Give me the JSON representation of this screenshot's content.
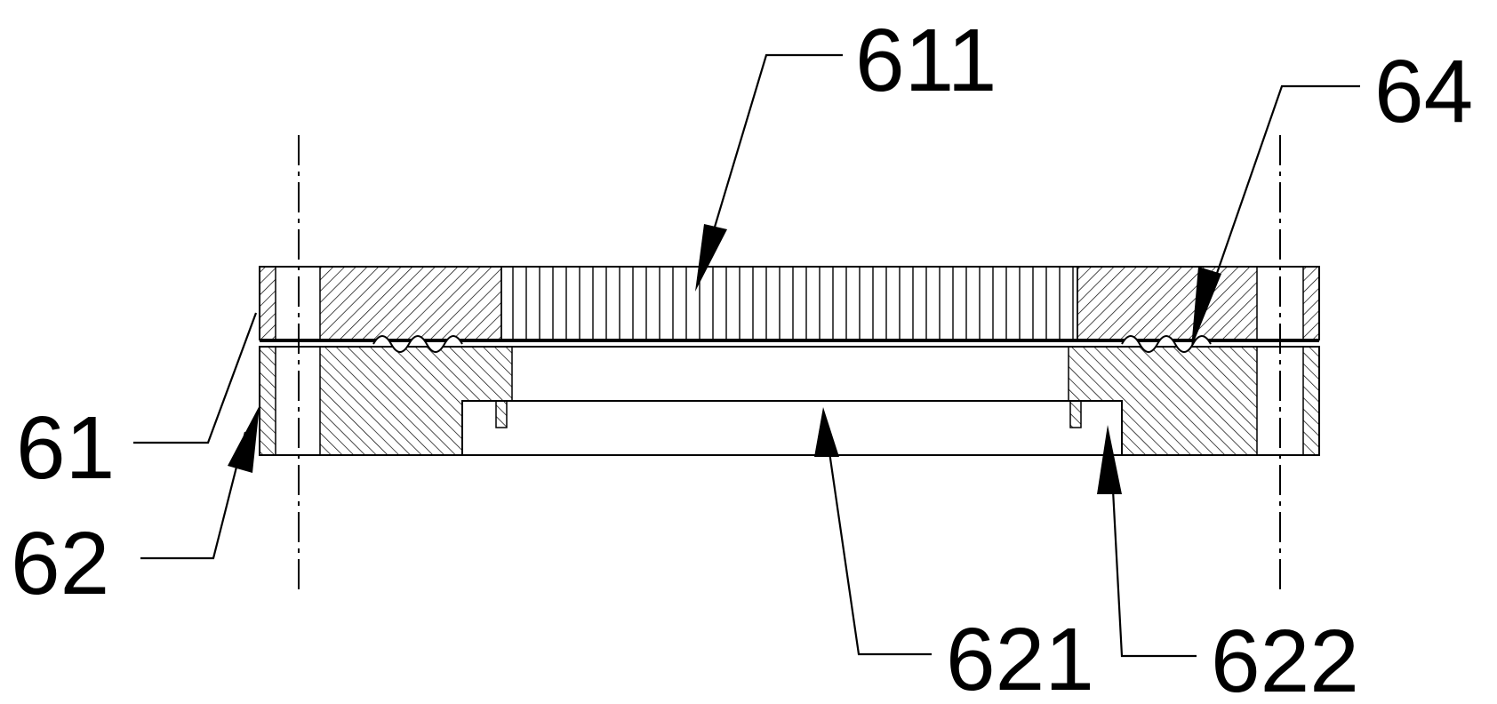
{
  "labels": {
    "l611": "611",
    "l64": "64",
    "l61": "61",
    "l62": "62",
    "l621": "621",
    "l622": "622"
  }
}
